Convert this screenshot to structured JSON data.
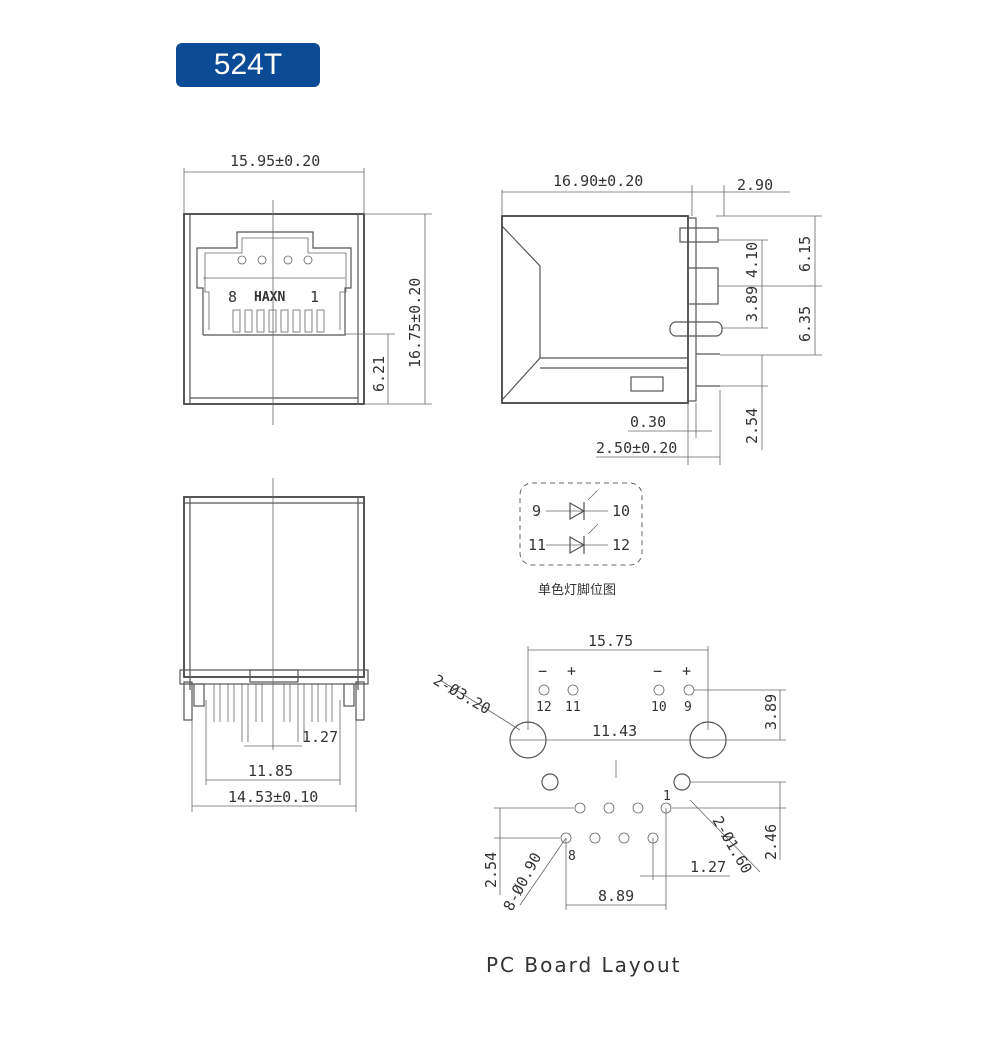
{
  "title": "524T",
  "front": {
    "width": "15.95±0.20",
    "height": "16.75±0.20",
    "offset": "6.21",
    "pin_left": "8",
    "pin_right": "1",
    "brand": "HAXN"
  },
  "side": {
    "length": "16.90±0.20",
    "tail": "2.90",
    "d615": "6.15",
    "d410": "4.10",
    "d389": "3.89",
    "d635": "6.35",
    "d254": "2.54",
    "d030": "0.30",
    "d250": "2.50±0.20"
  },
  "bottom": {
    "pitch": "1.27",
    "span": "11.85",
    "width": "14.53±0.10"
  },
  "led": {
    "pins": [
      "9",
      "10",
      "11",
      "12"
    ],
    "caption": "单色灯脚位图"
  },
  "pcb": {
    "top_span": "15.75",
    "post_dia": "2-Ø3.20",
    "post_span": "11.43",
    "top_h": "3.89",
    "signs": [
      "−",
      "+",
      "−",
      "+"
    ],
    "led_pins": [
      "12",
      "11",
      "10",
      "9"
    ],
    "pin_first": "1",
    "pin_last": "8",
    "pin_dia": "8-Ø0.90",
    "pitch_v": "2.54",
    "row_span": "8.89",
    "pitch_h": "1.27",
    "hole_dia": "2-Ø1.60",
    "d246": "2.46",
    "title": "PC Board Layout"
  }
}
